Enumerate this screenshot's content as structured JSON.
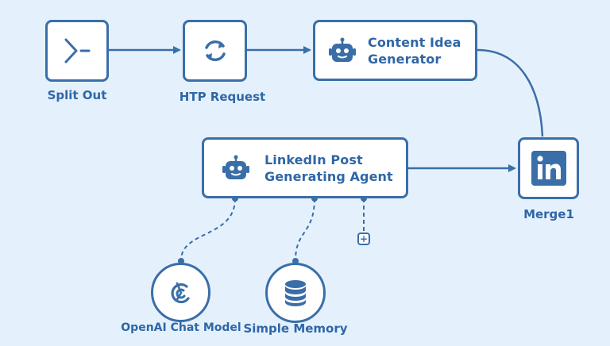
{
  "workflow": {
    "nodes": {
      "split_out": {
        "label": "Split Out",
        "icon": "split-out-icon"
      },
      "http_request": {
        "label": "HTP Request",
        "icon": "refresh-icon"
      },
      "content_idea_generator": {
        "label_line1": "Content Idea",
        "label_line2": "Generator",
        "icon": "robot-icon"
      },
      "merge1": {
        "label": "Merge1",
        "icon": "linkedin-icon"
      },
      "linkedin_post_agent": {
        "label_line1": "LinkedIn Post",
        "label_line2": "Generating Agent",
        "icon": "robot-icon"
      },
      "openai_chat_model": {
        "label": "OpenAI Chat Model",
        "icon": "openai-icon"
      },
      "simple_memory": {
        "label": "Simple Memory",
        "icon": "database-icon"
      }
    },
    "add_connector_symbol": "+",
    "colors": {
      "background": "#e4f1fd",
      "accent": "#3a6ea8",
      "text": "#2f66a6",
      "node_fill": "#ffffff",
      "linkedin_blue": "#3a6ea8"
    }
  }
}
